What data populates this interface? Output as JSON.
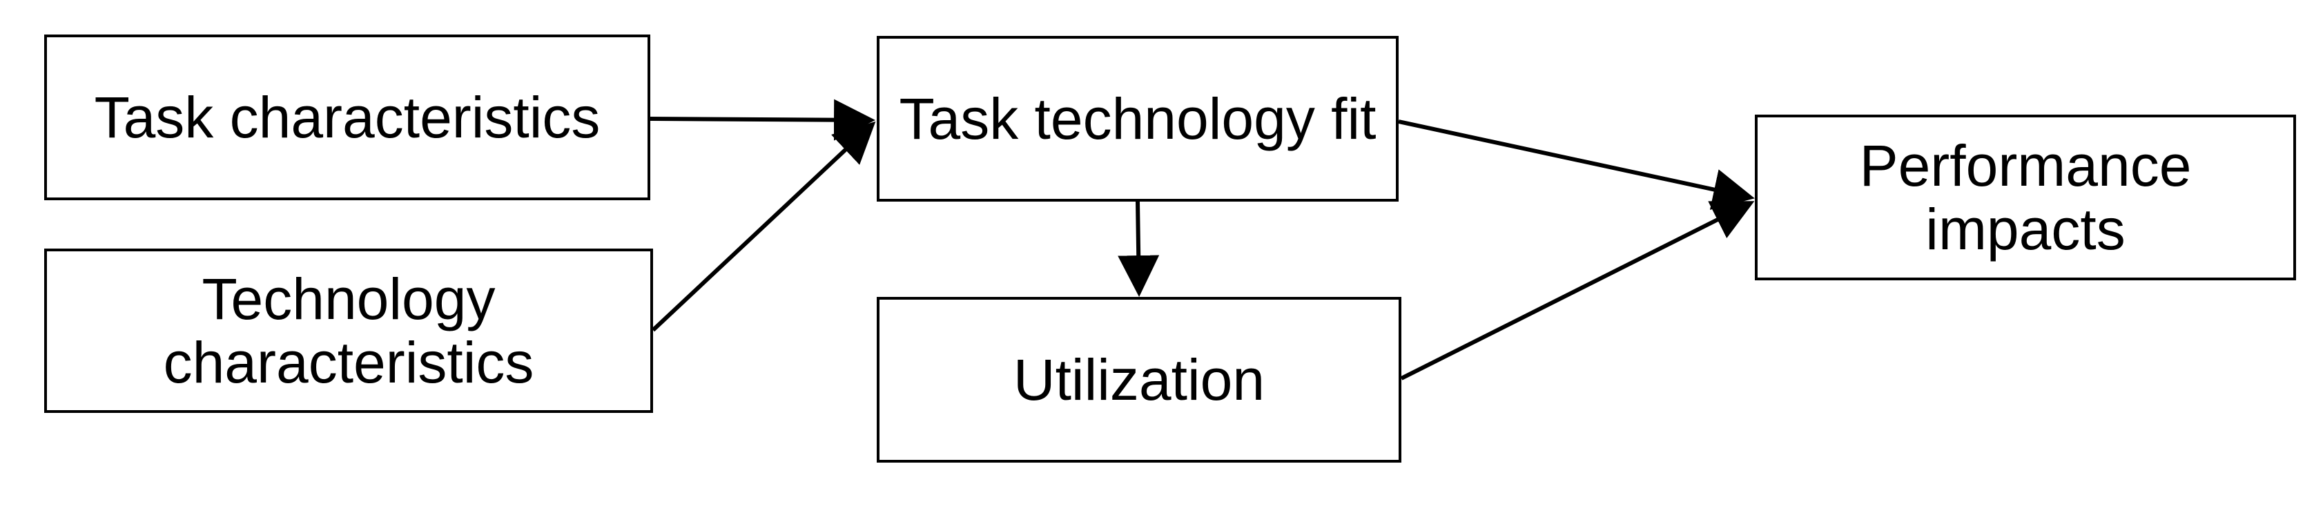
{
  "diagram": {
    "nodes": {
      "task_characteristics": {
        "label": "Task characteristics"
      },
      "technology_characteristics": {
        "label": "Technology\ncharacteristics"
      },
      "task_technology_fit": {
        "label": "Task technology fit"
      },
      "utilization": {
        "label": "Utilization"
      },
      "performance_impacts": {
        "label": "Performance\nimpacts"
      }
    },
    "edges": [
      {
        "from": "task_characteristics",
        "to": "task_technology_fit"
      },
      {
        "from": "technology_characteristics",
        "to": "task_technology_fit"
      },
      {
        "from": "task_technology_fit",
        "to": "utilization"
      },
      {
        "from": "task_technology_fit",
        "to": "performance_impacts"
      },
      {
        "from": "utilization",
        "to": "performance_impacts"
      }
    ],
    "colors": {
      "stroke": "#000000",
      "fill": "#ffffff",
      "text": "#000000"
    }
  }
}
